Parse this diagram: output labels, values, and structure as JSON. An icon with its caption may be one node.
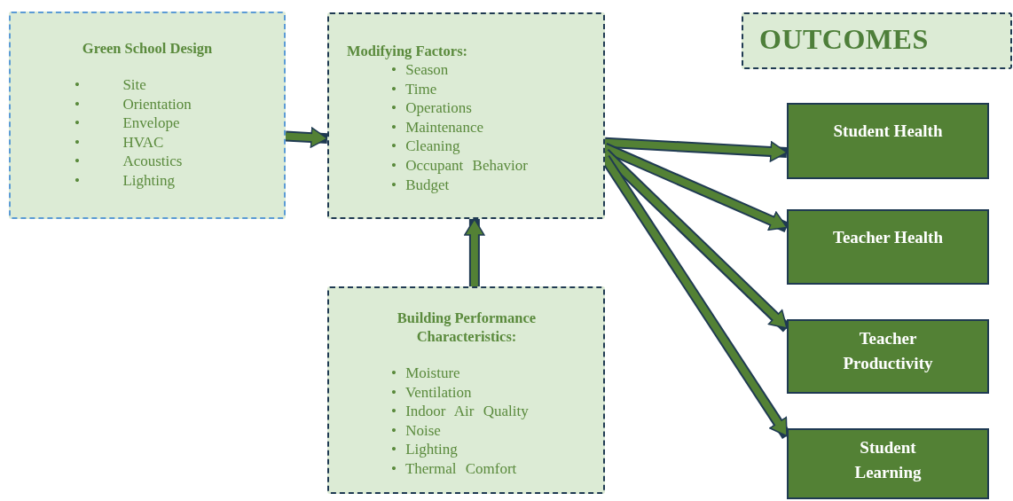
{
  "diagram": {
    "nodes": [
      {
        "text": [
          "Green School Design",
          "•\tSite",
          "•\tOrientation",
          "•\tEnvelope",
          "•\tHVAC",
          "•\tAcoustics",
          "•\tLighting"
        ]
      },
      {
        "text": [
          "Modifying Factors:",
          "• Season",
          "• Time",
          "• Operations",
          "• Maintenance",
          "• Cleaning",
          "• Occupant Behavior",
          "• Budget"
        ]
      },
      {
        "text": [
          "Building Performance Characteristics:",
          "• Moisture",
          "• Ventilation",
          "• Indoor Air Quality",
          "• Noise",
          "• Lighting",
          "• Thermal Comfort"
        ]
      },
      {
        "text": [
          "OUTCOMES"
        ]
      },
      {
        "text": [
          "Student Health"
        ]
      },
      {
        "text": [
          "Teacher Health"
        ]
      },
      {
        "text": [
          "Teacher Productivity"
        ]
      },
      {
        "text": [
          "Student Learning"
        ]
      }
    ],
    "edges": [
      {
        "from": 0,
        "to": 1,
        "arrow": "to"
      },
      {
        "from": 2,
        "to": 1,
        "arrow": "to"
      },
      {
        "from": 1,
        "to": 4,
        "arrow": "to"
      },
      {
        "from": 1,
        "to": 5,
        "arrow": "to"
      },
      {
        "from": 1,
        "to": 6,
        "arrow": "to"
      },
      {
        "from": 1,
        "to": 7,
        "arrow": "to"
      }
    ]
  }
}
